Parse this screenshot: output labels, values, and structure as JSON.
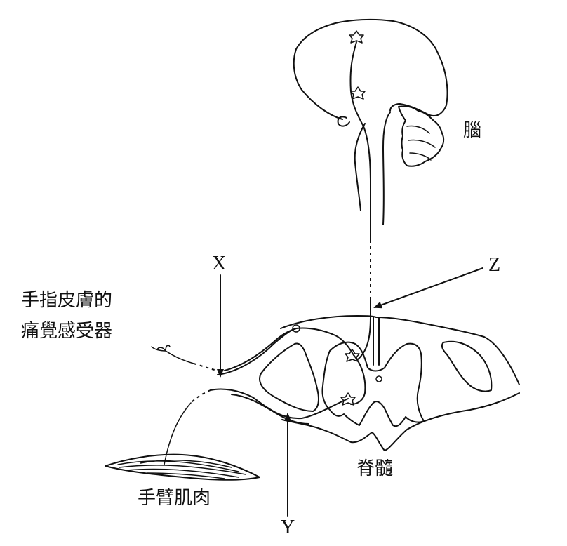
{
  "labels": {
    "brain": "腦",
    "skin_receptor_line1": "手指皮膚的",
    "skin_receptor_line2": "痛覺感受器",
    "spinal_cord": "脊髓",
    "arm_muscle": "手臂肌肉",
    "x": "X",
    "y": "Y",
    "z": "Z"
  },
  "colors": {
    "stroke": "#111111",
    "background": "#ffffff"
  }
}
